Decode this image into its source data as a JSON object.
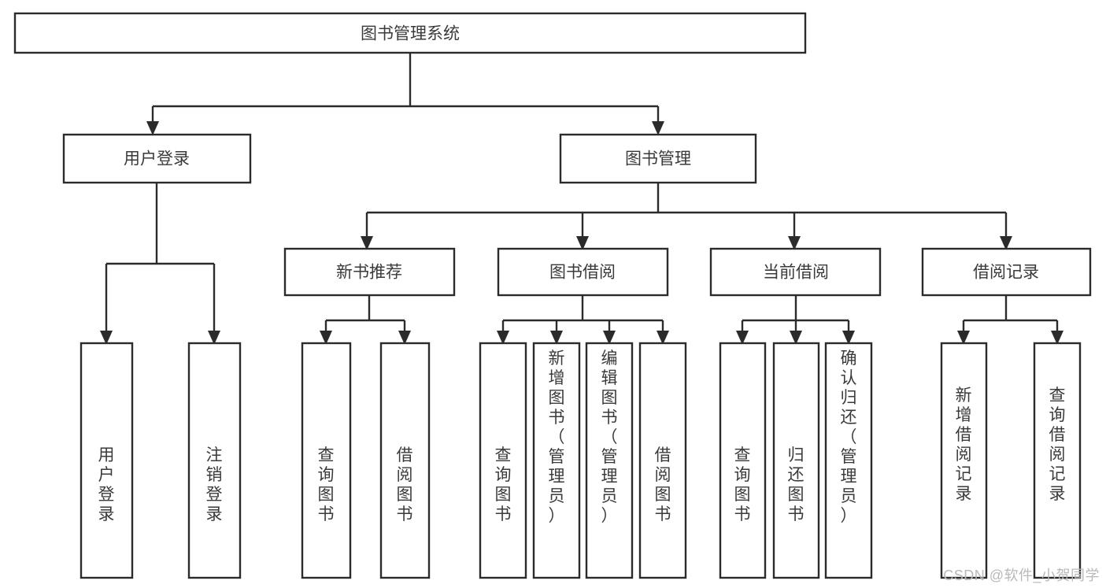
{
  "diagram": {
    "type": "tree-hierarchy",
    "title": "图书管理系统",
    "theme": {
      "background": "#ffffff",
      "stroke": "#2b2b2b",
      "node_fill": "#ffffff",
      "text": "#3a3a3a",
      "watermark": "#b9b9b9"
    },
    "watermark": "CSDN @软件_小贺同学",
    "nodes": {
      "root": {
        "label": "图书管理系统",
        "orientation": "horizontal",
        "level": 0
      },
      "user_login": {
        "label": "用户登录",
        "orientation": "horizontal",
        "level": 1
      },
      "book_manage": {
        "label": "图书管理",
        "orientation": "horizontal",
        "level": 1
      },
      "new_book_rec": {
        "label": "新书推荐",
        "orientation": "horizontal",
        "level": 2
      },
      "book_borrow": {
        "label": "图书借阅",
        "orientation": "horizontal",
        "level": 2
      },
      "current_borrow": {
        "label": "当前借阅",
        "orientation": "horizontal",
        "level": 2
      },
      "borrow_record": {
        "label": "借阅记录",
        "orientation": "horizontal",
        "level": 2
      },
      "leaf_user_login": {
        "label": "用户登录",
        "orientation": "vertical",
        "level": 2
      },
      "leaf_logout": {
        "label": "注销登录",
        "orientation": "vertical",
        "level": 2
      },
      "leaf_query_book_1": {
        "label": "查询图书",
        "orientation": "vertical",
        "level": 3
      },
      "leaf_borrow_book_1": {
        "label": "借阅图书",
        "orientation": "vertical",
        "level": 3
      },
      "leaf_query_book_2": {
        "label": "查询图书",
        "orientation": "vertical",
        "level": 3
      },
      "leaf_add_book": {
        "label": "新增图书（管理员）",
        "orientation": "vertical",
        "level": 3
      },
      "leaf_edit_book": {
        "label": "编辑图书（管理员）",
        "orientation": "vertical",
        "level": 3
      },
      "leaf_borrow_book_2": {
        "label": "借阅图书",
        "orientation": "vertical",
        "level": 3
      },
      "leaf_query_book_3": {
        "label": "查询图书",
        "orientation": "vertical",
        "level": 3
      },
      "leaf_return_book": {
        "label": "归还图书",
        "orientation": "vertical",
        "level": 3
      },
      "leaf_confirm_return": {
        "label": "确认归还（管理员）",
        "orientation": "vertical",
        "level": 3
      },
      "leaf_add_record": {
        "label": "新增借阅记录",
        "orientation": "vertical",
        "level": 3
      },
      "leaf_query_record": {
        "label": "查询借阅记录",
        "orientation": "vertical",
        "level": 3
      }
    },
    "edges": [
      {
        "from": "root",
        "to": "user_login"
      },
      {
        "from": "root",
        "to": "book_manage"
      },
      {
        "from": "user_login",
        "to": "leaf_user_login"
      },
      {
        "from": "user_login",
        "to": "leaf_logout"
      },
      {
        "from": "book_manage",
        "to": "new_book_rec"
      },
      {
        "from": "book_manage",
        "to": "book_borrow"
      },
      {
        "from": "book_manage",
        "to": "current_borrow"
      },
      {
        "from": "book_manage",
        "to": "borrow_record"
      },
      {
        "from": "new_book_rec",
        "to": "leaf_query_book_1"
      },
      {
        "from": "new_book_rec",
        "to": "leaf_borrow_book_1"
      },
      {
        "from": "book_borrow",
        "to": "leaf_query_book_2"
      },
      {
        "from": "book_borrow",
        "to": "leaf_add_book"
      },
      {
        "from": "book_borrow",
        "to": "leaf_edit_book"
      },
      {
        "from": "book_borrow",
        "to": "leaf_borrow_book_2"
      },
      {
        "from": "current_borrow",
        "to": "leaf_query_book_3"
      },
      {
        "from": "current_borrow",
        "to": "leaf_return_book"
      },
      {
        "from": "current_borrow",
        "to": "leaf_confirm_return"
      },
      {
        "from": "borrow_record",
        "to": "leaf_add_record"
      },
      {
        "from": "borrow_record",
        "to": "leaf_query_record"
      }
    ]
  }
}
